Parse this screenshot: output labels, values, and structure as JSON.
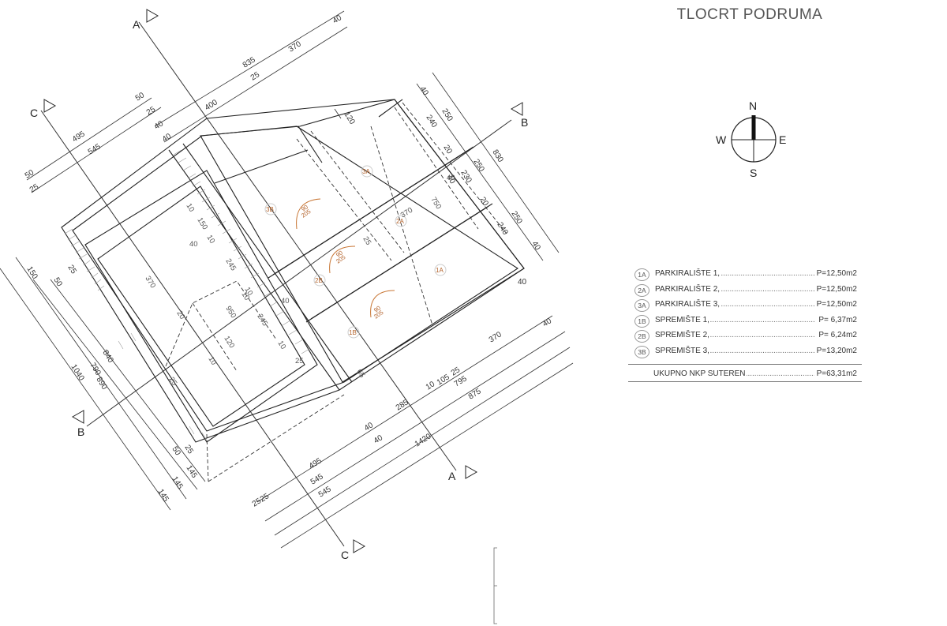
{
  "title": "TLOCRT PODRUMA",
  "compass": {
    "north": "N",
    "south": "S",
    "east": "E",
    "west": "W"
  },
  "sections": {
    "a": "A",
    "b": "B",
    "c": "C"
  },
  "legend": {
    "rooms": [
      {
        "code": "1A",
        "name": "PARKIRALIŠTE 1,",
        "area": "P=12,50m2"
      },
      {
        "code": "2A",
        "name": "PARKIRALIŠTE 2,",
        "area": "P=12,50m2"
      },
      {
        "code": "3A",
        "name": "PARKIRALIŠTE 3,",
        "area": "P=12,50m2"
      },
      {
        "code": "1B",
        "name": "SPREMIŠTE 1,",
        "area": "P=  6,37m2"
      },
      {
        "code": "2B",
        "name": "SPREMIŠTE 2,",
        "area": "P=  6,24m2"
      },
      {
        "code": "3B",
        "name": "SPREMIŠTE 3,",
        "area": "P=13,20m2"
      }
    ],
    "total": {
      "label": "UKUPNO NKP SUTEREN",
      "area": "P=63,31m2"
    }
  },
  "room_tags": [
    {
      "code": "3A"
    },
    {
      "code": "2A"
    },
    {
      "code": "1A"
    },
    {
      "code": "3B"
    },
    {
      "code": "2B"
    },
    {
      "code": "1B"
    }
  ],
  "door_tags": [
    {
      "w": "90",
      "h": "205"
    },
    {
      "w": "90",
      "h": "205"
    },
    {
      "w": "90",
      "h": "205"
    }
  ],
  "dims_top": [
    "40",
    "835",
    "370",
    "25",
    "400",
    "40",
    "50",
    "25",
    "495",
    "545",
    "50",
    "25",
    "40"
  ],
  "dims_right": [
    "40",
    "250",
    "240",
    "20",
    "830",
    "250",
    "40",
    "230",
    "20",
    "250",
    "240",
    "40",
    "40",
    "120"
  ],
  "dims_left": [
    "150",
    "25",
    "50",
    "1040",
    "790",
    "890",
    "840",
    "50",
    "145",
    "145",
    "145",
    "25"
  ],
  "dims_bottom": [
    "370",
    "40",
    "10",
    "105",
    "25",
    "285",
    "795",
    "875",
    "40",
    "40",
    "1420",
    "495",
    "545",
    "545",
    "25",
    "25"
  ],
  "dims_inner": [
    "370",
    "750",
    "370",
    "150",
    "245",
    "10",
    "10",
    "10",
    "245",
    "950",
    "20",
    "10",
    "120",
    "10",
    "25",
    "25",
    "40",
    "40",
    "25",
    "65",
    "40",
    "10"
  ]
}
